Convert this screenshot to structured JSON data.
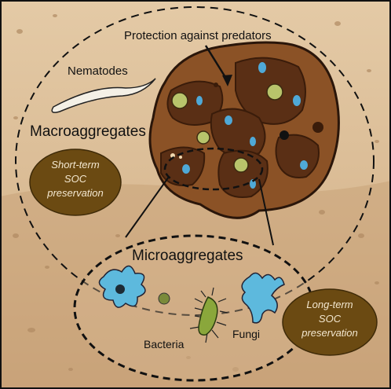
{
  "labels": {
    "protection": "Protection against predators",
    "nematodes": "Nematodes",
    "macroaggregates": "Macroaggregates",
    "microaggregates": "Microaggregates",
    "bacteria": "Bacteria",
    "fungi": "Fungi"
  },
  "short_term": {
    "line1": "Short-term",
    "line2": "SOC",
    "line3": "preservation"
  },
  "long_term": {
    "line1": "Long-term",
    "line2": "SOC",
    "line3": "preservation"
  },
  "colors": {
    "soil_upper": "#e2c7a2",
    "soil_lower": "#c9a77d",
    "aggregate_outer": "#8a4f22",
    "aggregate_inner": "#5a2f16",
    "pore_blue": "#4ea9d6",
    "pore_green": "#b7c46a",
    "oval_fill": "#6b4a12",
    "outline": "#111111"
  }
}
